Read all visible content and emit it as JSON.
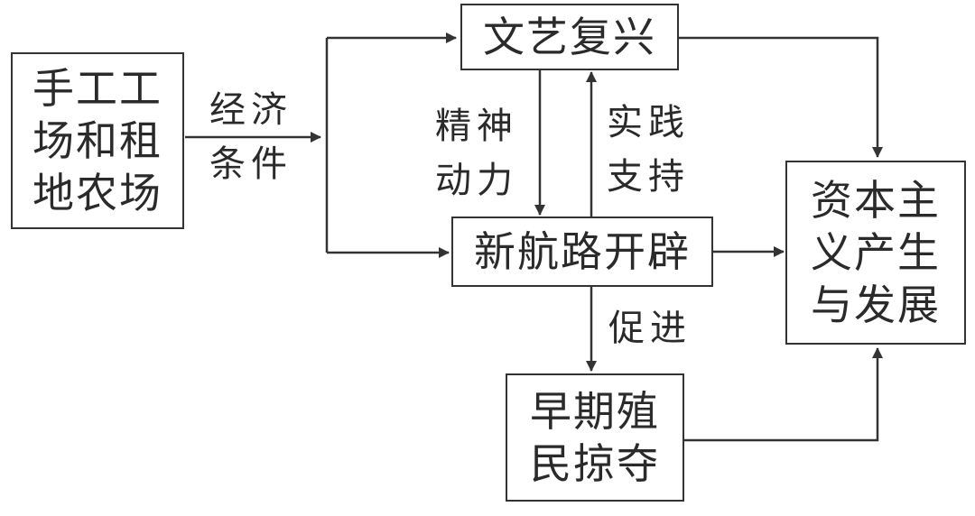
{
  "nodes": {
    "handicraft": "手工工\n场和租\n地农场",
    "renaissance": "文艺复兴",
    "new_route": "新航路开辟",
    "colonial": "早期殖\n民掠夺",
    "capitalism": "资本主\n义产生\n与发展"
  },
  "edge_labels": {
    "economic_conditions": "经济\n条件",
    "spiritual_motivation": "精神\n动力",
    "practical_support": "实践\n支持",
    "promote": "促进"
  }
}
